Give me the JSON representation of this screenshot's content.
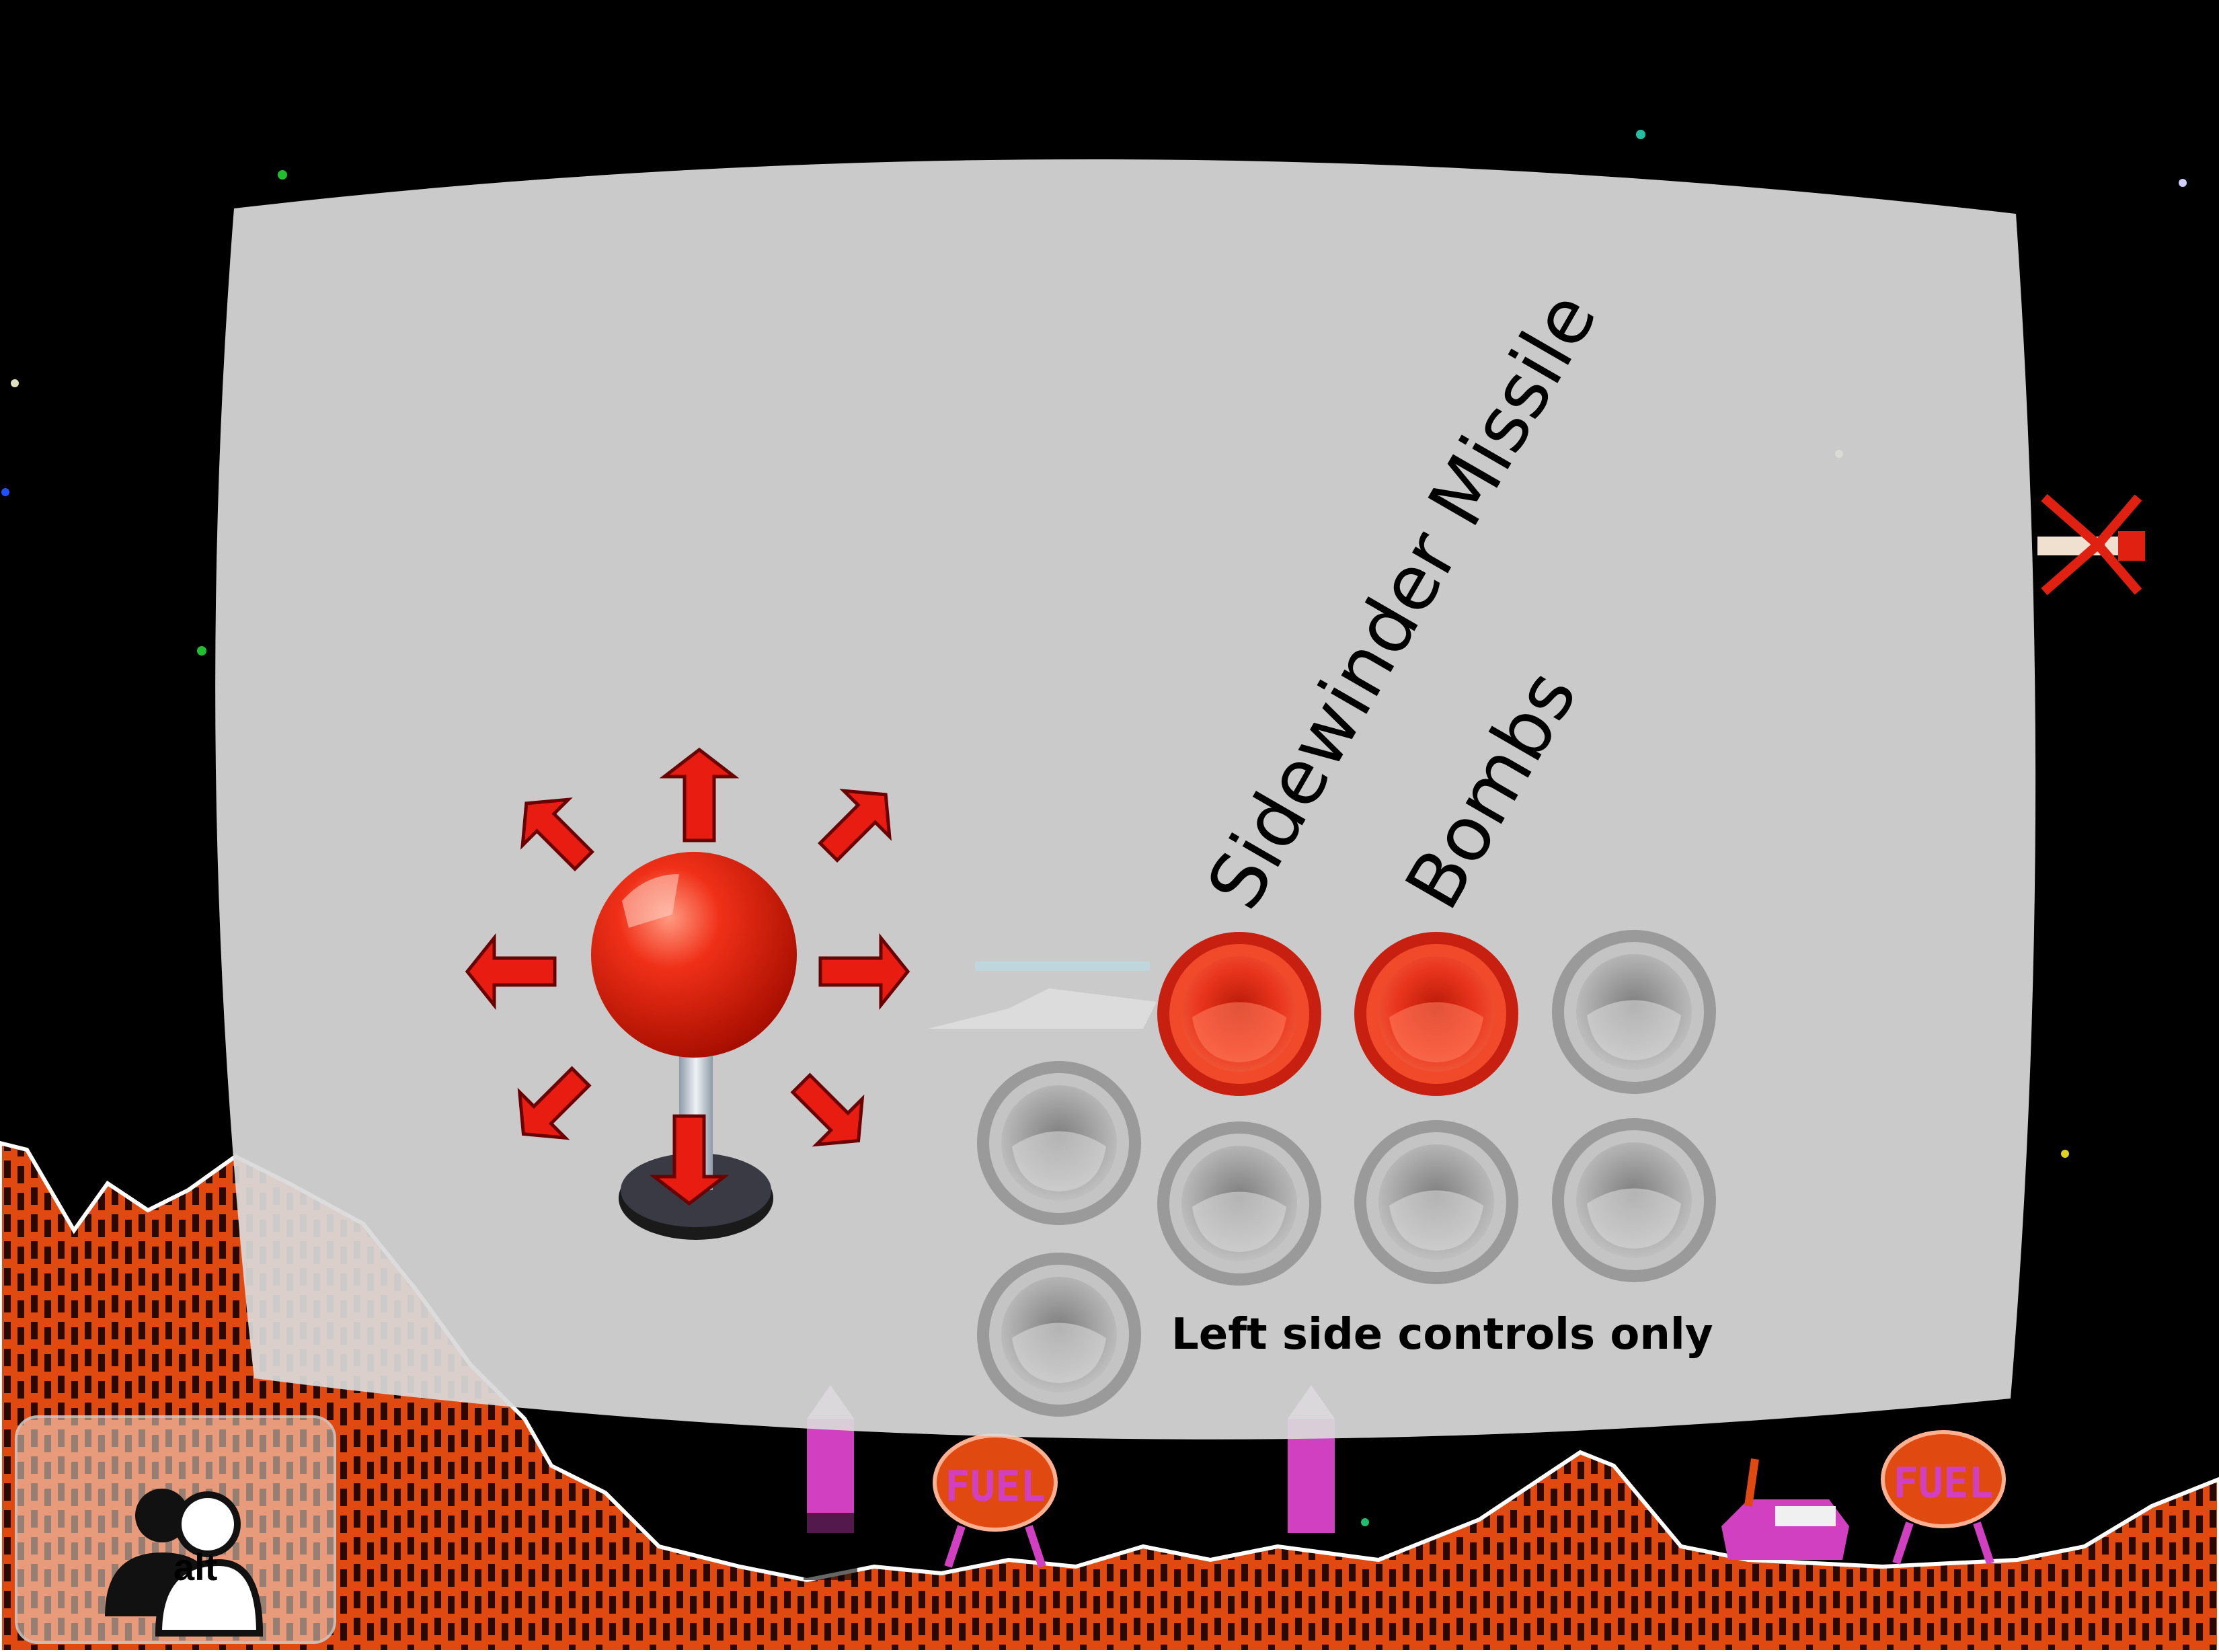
{
  "labels": {
    "button1": "Sidewinder Missile",
    "button2": "Bombs",
    "note": "Left side controls only"
  },
  "badge": {
    "text": "alt",
    "icon": "users-icon"
  },
  "joystick": {
    "icon": "joystick-icon",
    "directions": [
      "up",
      "up-right",
      "right",
      "down-right",
      "down",
      "down-left",
      "left",
      "up-left"
    ]
  },
  "buttons": {
    "top_row": [
      "red",
      "red",
      "grey"
    ],
    "middle_row": [
      "grey",
      "grey",
      "grey",
      "grey"
    ],
    "bottom_row": [
      "grey"
    ]
  },
  "background": {
    "terrain_items": [
      "rocket",
      "fuel-tank",
      "rocket",
      "fuel-tank",
      "tank"
    ],
    "fuel_label": "FUEL"
  },
  "colors": {
    "panel": "#d9d9d9",
    "red_button": "#e8341c",
    "grey_button": "#a8a8a8",
    "terrain": "#e04a10",
    "sky": "#000000"
  }
}
